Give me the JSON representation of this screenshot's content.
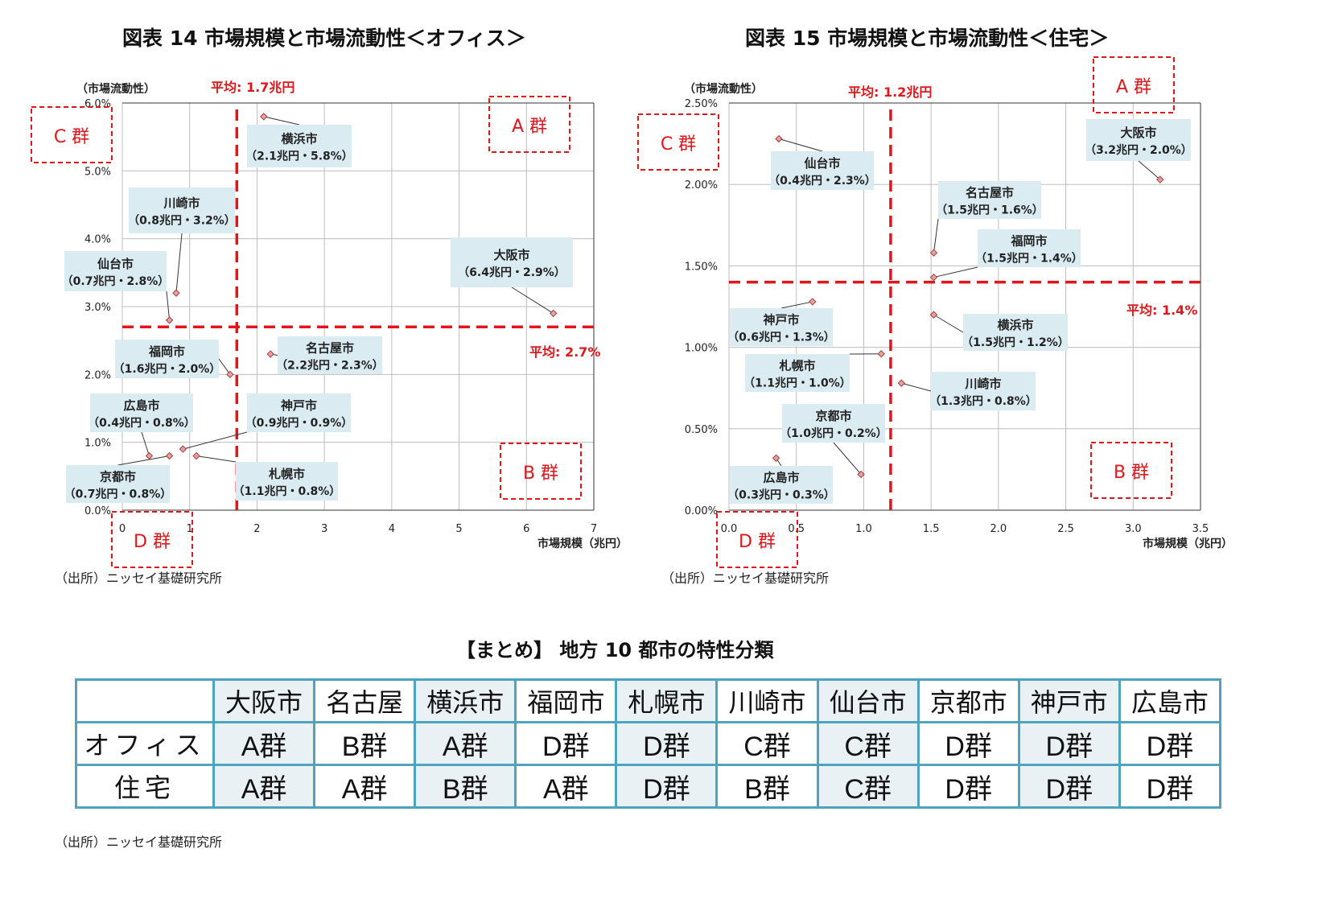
{
  "chart_data": [
    {
      "type": "scatter",
      "title": "図表 14  市場規模と市場流動性＜オフィス＞",
      "xlabel": "市場規模（兆円）",
      "ylabel": "（市場流動性）",
      "xlim": [
        0,
        7
      ],
      "ylim": [
        0,
        6
      ],
      "x_ticks": [
        "0",
        "1",
        "2",
        "3",
        "4",
        "5",
        "6",
        "7"
      ],
      "y_ticks": [
        "0.0%",
        "1.0%",
        "2.0%",
        "3.0%",
        "4.0%",
        "5.0%",
        "6.0%"
      ],
      "grid": true,
      "avg_x": 1.7,
      "avg_x_label": "平均: 1.7兆円",
      "avg_y": 2.7,
      "avg_y_label": "平均: 2.7%",
      "groups": [
        "A 群",
        "B 群",
        "C 群",
        "D 群"
      ],
      "points": [
        {
          "name": "横浜市",
          "label": "（2.1兆円・5.8%）",
          "x": 2.1,
          "y": 5.8
        },
        {
          "name": "川崎市",
          "label": "（0.8兆円・3.2%）",
          "x": 0.8,
          "y": 3.2
        },
        {
          "name": "仙台市",
          "label": "（0.7兆円・2.8%）",
          "x": 0.7,
          "y": 2.8
        },
        {
          "name": "大阪市",
          "label": "（6.4兆円・2.9%）",
          "x": 6.4,
          "y": 2.9
        },
        {
          "name": "名古屋市",
          "label": "（2.2兆円・2.3%）",
          "x": 2.2,
          "y": 2.3
        },
        {
          "name": "福岡市",
          "label": "（1.6兆円・2.0%）",
          "x": 1.6,
          "y": 2.0
        },
        {
          "name": "広島市",
          "label": "（0.4兆円・0.8%）",
          "x": 0.4,
          "y": 0.8
        },
        {
          "name": "神戸市",
          "label": "（0.9兆円・0.9%）",
          "x": 0.9,
          "y": 0.9
        },
        {
          "name": "京都市",
          "label": "（0.7兆円・0.8%）",
          "x": 0.7,
          "y": 0.8
        },
        {
          "name": "札幌市",
          "label": "（1.1兆円・0.8%）",
          "x": 1.1,
          "y": 0.8
        }
      ]
    },
    {
      "type": "scatter",
      "title": "図表 15  市場規模と市場流動性＜住宅＞",
      "xlabel": "市場規模（兆円）",
      "ylabel": "（市場流動性）",
      "xlim": [
        0,
        3.5
      ],
      "ylim": [
        0,
        2.5
      ],
      "x_ticks": [
        "0.0",
        "0.5",
        "1.0",
        "1.5",
        "2.0",
        "2.5",
        "3.0",
        "3.5"
      ],
      "y_ticks": [
        "0.00%",
        "0.50%",
        "1.00%",
        "1.50%",
        "2.00%",
        "2.50%"
      ],
      "grid": true,
      "avg_x": 1.2,
      "avg_x_label": "平均: 1.2兆円",
      "avg_y": 1.4,
      "avg_y_label": "平均: 1.4%",
      "groups": [
        "A 群",
        "B 群",
        "C 群",
        "D 群"
      ],
      "points": [
        {
          "name": "仙台市",
          "label": "（0.4兆円・2.3%）",
          "x": 0.37,
          "y": 2.28
        },
        {
          "name": "大阪市",
          "label": "（3.2兆円・2.0%）",
          "x": 3.2,
          "y": 2.03
        },
        {
          "name": "名古屋市",
          "label": "（1.5兆円・1.6%）",
          "x": 1.52,
          "y": 1.58
        },
        {
          "name": "福岡市",
          "label": "（1.5兆円・1.4%）",
          "x": 1.52,
          "y": 1.43
        },
        {
          "name": "神戸市",
          "label": "（0.6兆円・1.3%）",
          "x": 0.62,
          "y": 1.28
        },
        {
          "name": "横浜市",
          "label": "（1.5兆円・1.2%）",
          "x": 1.52,
          "y": 1.2
        },
        {
          "name": "札幌市",
          "label": "（1.1兆円・1.0%）",
          "x": 1.13,
          "y": 0.96
        },
        {
          "name": "川崎市",
          "label": "（1.3兆円・0.8%）",
          "x": 1.28,
          "y": 0.78
        },
        {
          "name": "京都市",
          "label": "（1.0兆円・0.2%）",
          "x": 0.98,
          "y": 0.22
        },
        {
          "name": "広島市",
          "label": "（0.3兆円・0.3%）",
          "x": 0.35,
          "y": 0.32
        }
      ]
    }
  ],
  "source": "（出所）ニッセイ基礎研究所",
  "summary": {
    "title": "【まとめ】 地方 10 都市の特性分類",
    "columns": [
      "大阪市",
      "名古屋",
      "横浜市",
      "福岡市",
      "札幌市",
      "川崎市",
      "仙台市",
      "京都市",
      "神戸市",
      "広島市"
    ],
    "rows": [
      {
        "label": "オフィス",
        "values": [
          "A群",
          "B群",
          "A群",
          "D群",
          "D群",
          "C群",
          "C群",
          "D群",
          "D群",
          "D群"
        ]
      },
      {
        "label": "住宅",
        "values": [
          "A群",
          "A群",
          "B群",
          "A群",
          "D群",
          "B群",
          "C群",
          "D群",
          "D群",
          "D群"
        ]
      }
    ]
  },
  "colors": {
    "accent": "#e0161b",
    "label_bg": "#daebf2",
    "border": "#4ea3bd",
    "point": "#e8a0a0"
  }
}
